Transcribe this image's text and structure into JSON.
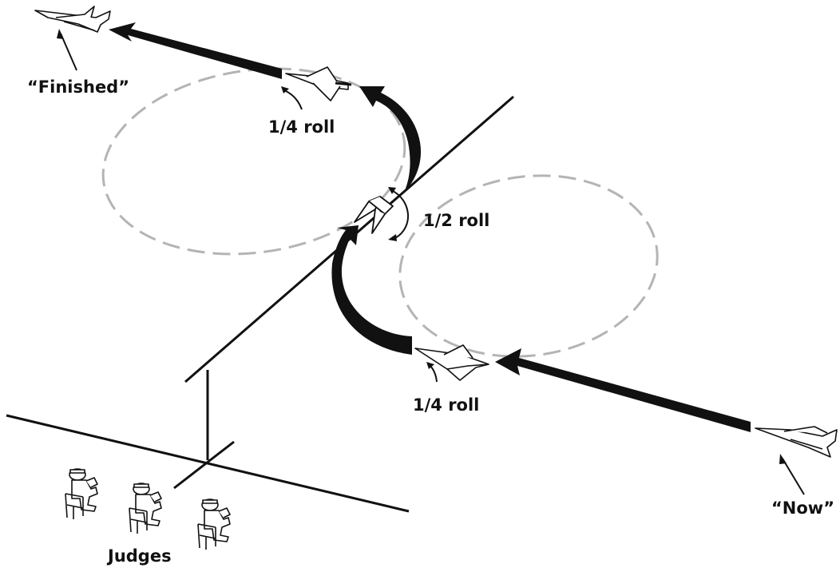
{
  "labels": {
    "finished": "“Finished”",
    "now": "“Now”",
    "quarter_roll_top": "1/4 roll",
    "half_roll": "1/2 roll",
    "quarter_roll_bottom": "1/4 roll",
    "judges": "Judges"
  },
  "colors": {
    "ink": "#111111",
    "loop_dash": "#b4b4b4",
    "background": "#ffffff"
  }
}
